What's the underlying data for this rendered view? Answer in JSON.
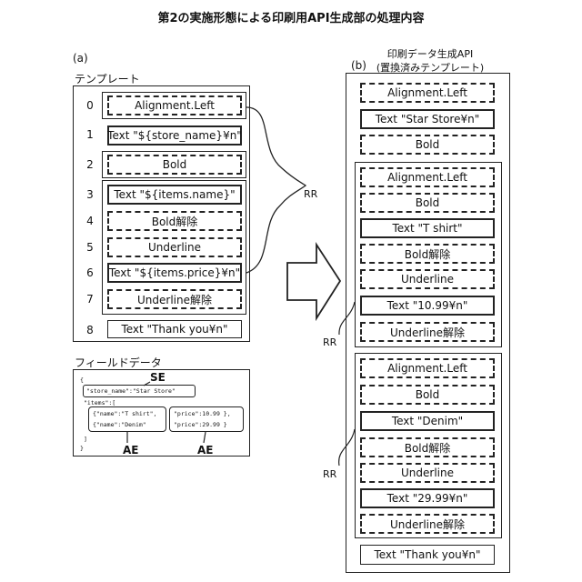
{
  "title": "第2の実施形態による印刷用API生成部の処理内容",
  "panel_a": {
    "label": "(a)",
    "template_label": "テンプレート",
    "rows": [
      {
        "num": "0",
        "text": "Alignment.Left",
        "style": "dashed"
      },
      {
        "num": "1",
        "text": "Text \"${store_name}¥n\"",
        "style": "solid"
      },
      {
        "num": "2",
        "text": "Bold",
        "style": "dashed"
      },
      {
        "num": "3",
        "text": "Text \"${items.name}\"",
        "style": "solid"
      },
      {
        "num": "4",
        "text": "Bold解除",
        "style": "dashed"
      },
      {
        "num": "5",
        "text": "Underline",
        "style": "dashed"
      },
      {
        "num": "6",
        "text": "Text \"${items.price}¥n\"",
        "style": "solid"
      },
      {
        "num": "7",
        "text": "Underline解除",
        "style": "dashed"
      },
      {
        "num": "8",
        "text": "Text \"Thank you¥n\"",
        "style": "thin"
      }
    ],
    "field_label": "フィールドデータ",
    "json_lines": {
      "open": "{",
      "store": "\"store_name\":\"Star Store\"",
      "items_key": "\"items\":[",
      "item1_name": "{\"name\":\"T shirt\",",
      "item1_price": "\"price\":10.99 },",
      "item2_name": "{\"name\":\"Denim\"",
      "item2_price": "\"price\":29.99 }",
      "close_list": "]",
      "close": "}"
    },
    "se": "SE",
    "ae1": "AE",
    "ae2": "AE"
  },
  "panel_b": {
    "label": "(b)",
    "title_line1": "印刷データ生成API",
    "title_line2": "(置換済みテンプレート)",
    "header_rows": [
      {
        "text": "Alignment.Left",
        "style": "dashed"
      },
      {
        "text": "Text \"Star Store¥n\"",
        "style": "solid"
      },
      {
        "text": "Bold",
        "style": "dashed"
      }
    ],
    "group1": [
      {
        "text": "Alignment.Left",
        "style": "dashed"
      },
      {
        "text": "Bold",
        "style": "dashed"
      },
      {
        "text": "Text \"T shirt\"",
        "style": "solid"
      },
      {
        "text": "Bold解除",
        "style": "dashed"
      },
      {
        "text": "Underline",
        "style": "dashed"
      },
      {
        "text": "Text \"10.99¥n\"",
        "style": "solid"
      },
      {
        "text": "Underline解除",
        "style": "dashed"
      }
    ],
    "group2": [
      {
        "text": "Alignment.Left",
        "style": "dashed"
      },
      {
        "text": "Bold",
        "style": "dashed"
      },
      {
        "text": "Text \"Denim\"",
        "style": "solid"
      },
      {
        "text": "Bold解除",
        "style": "dashed"
      },
      {
        "text": "Underline",
        "style": "dashed"
      },
      {
        "text": "Text \"29.99¥n\"",
        "style": "solid"
      },
      {
        "text": "Underline解除",
        "style": "dashed"
      }
    ],
    "footer_row": {
      "text": "Text \"Thank you¥n\"",
      "style": "thin"
    }
  },
  "rr_label": "RR"
}
